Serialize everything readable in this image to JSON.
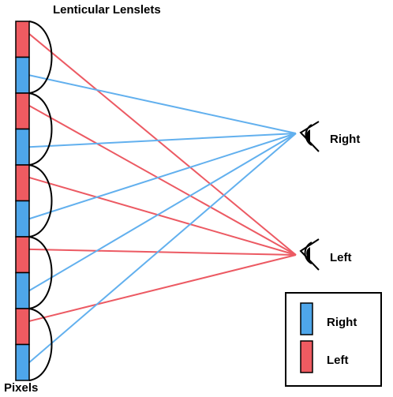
{
  "title": "Lenticular Lenslets",
  "pixels_label": "Pixels",
  "eyes": [
    {
      "label": "Right",
      "icon": "eye-icon"
    },
    {
      "label": "Left",
      "icon": "eye-icon"
    }
  ],
  "legend": {
    "items": [
      {
        "label": "Right",
        "color": "#4ea6ea"
      },
      {
        "label": "Left",
        "color": "#ef5b61"
      }
    ]
  },
  "pixel_strip": [
    "Left",
    "Right",
    "Left",
    "Right",
    "Left",
    "Right",
    "Left",
    "Right",
    "Left",
    "Right"
  ],
  "lenslet_count": 5,
  "colors": {
    "right": "#4ea6ea",
    "left": "#ef5b61",
    "right_ray": "#62b0ee",
    "left_ray": "#ec5a63",
    "outline": "#000000"
  }
}
